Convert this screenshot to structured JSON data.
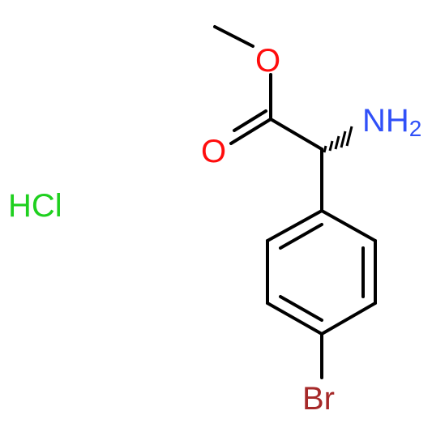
{
  "structure": {
    "atoms": {
      "ester_oxygen": "O",
      "carbonyl_oxygen": "O",
      "amine_group": "NH",
      "amine_h_count": "2",
      "bromine": "Br",
      "salt": "HCl"
    },
    "colors": {
      "bond": "#000000",
      "oxygen": "#ff0d0d",
      "nitrogen": "#3050f8",
      "bromine": "#a62929",
      "chlorine": "#1fd01f"
    }
  }
}
